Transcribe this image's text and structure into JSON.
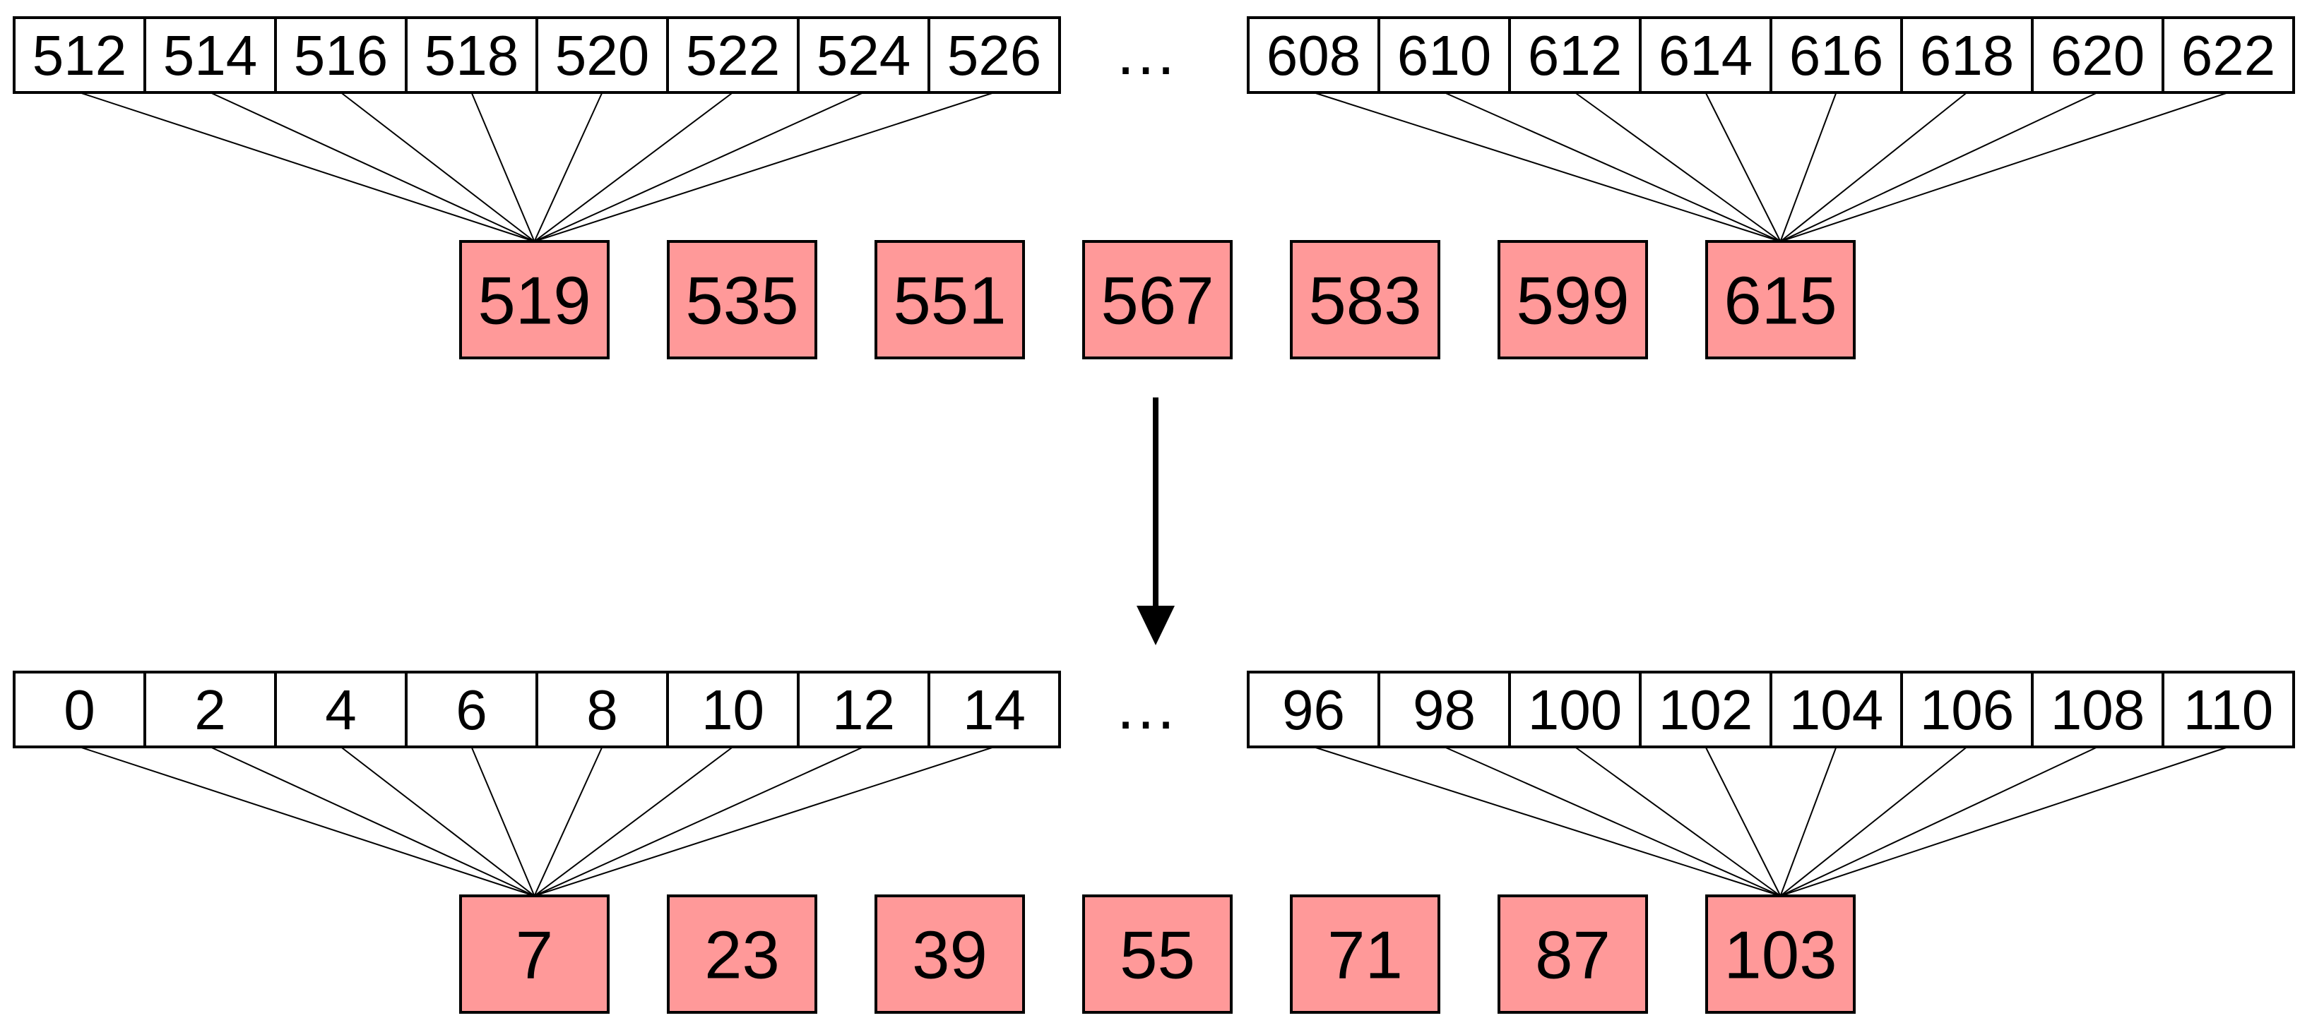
{
  "colors": {
    "output_fill": "#FF9999",
    "input_fill": "#FFFFFF",
    "stroke": "#000000"
  },
  "panels": [
    {
      "id": "top",
      "left_indices": [
        "512",
        "514",
        "516",
        "518",
        "520",
        "522",
        "524",
        "526"
      ],
      "ellipsis": "…",
      "right_indices": [
        "608",
        "610",
        "612",
        "614",
        "616",
        "618",
        "620",
        "622"
      ],
      "outputs": [
        "519",
        "535",
        "551",
        "567",
        "583",
        "599",
        "615"
      ]
    },
    {
      "id": "bottom",
      "left_indices": [
        "0",
        "2",
        "4",
        "6",
        "8",
        "10",
        "12",
        "14"
      ],
      "ellipsis": "…",
      "right_indices": [
        "96",
        "98",
        "100",
        "102",
        "104",
        "106",
        "108",
        "110"
      ],
      "outputs": [
        "7",
        "23",
        "39",
        "55",
        "71",
        "87",
        "103"
      ]
    }
  ]
}
